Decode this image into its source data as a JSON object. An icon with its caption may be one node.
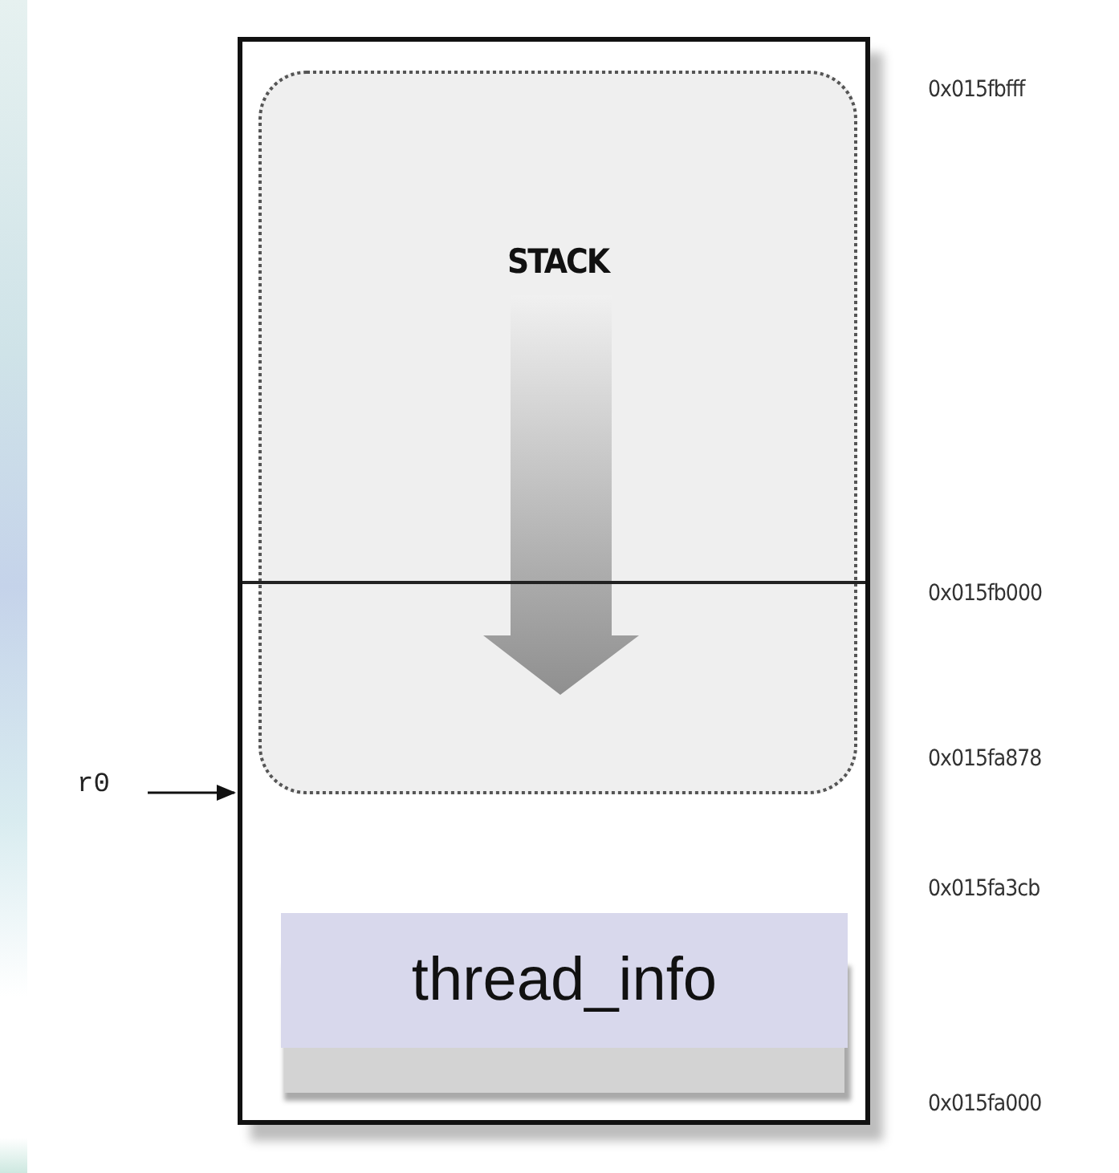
{
  "diagram": {
    "nodes": [
      {
        "text": [],
        "shape": "box"
      },
      {
        "text": [
          "STACK"
        ],
        "in": 0
      },
      {
        "text": [
          "thread_info"
        ],
        "in": 0
      },
      {
        "text": [
          "r0"
        ]
      }
    ],
    "edges": [
      {
        "from": 3,
        "to": 0,
        "arrow": "to"
      }
    ],
    "labels": [
      "0x015fbfff",
      "0x015fb000",
      "0x015fa878",
      "0x015fa3cb",
      "0x015fa000"
    ]
  }
}
